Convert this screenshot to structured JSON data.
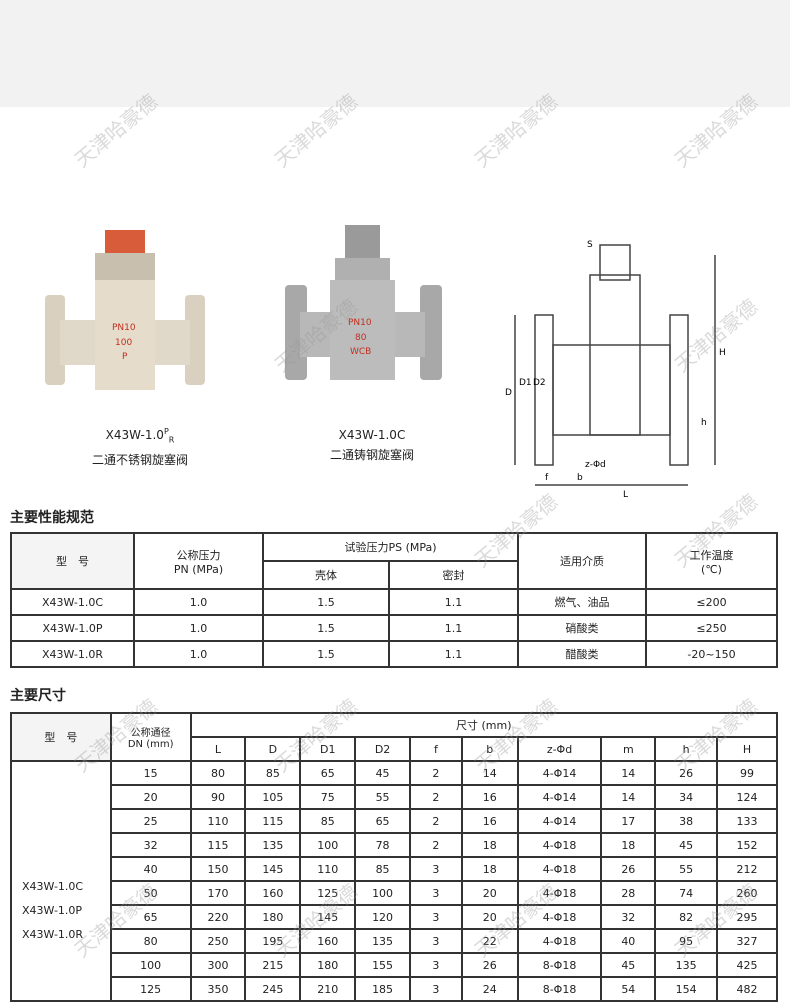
{
  "watermark": "天津哈豪德",
  "products": [
    {
      "model": "X43W-1.0",
      "model_sup": "P",
      "model_sub": "R",
      "name": "二通不锈钢旋塞阀",
      "body_text": [
        "PN10",
        "100",
        "P"
      ]
    },
    {
      "model": "X43W-1.0C",
      "name": "二通铸钢旋塞阀",
      "body_text": [
        "PN10",
        "80",
        "WCB"
      ]
    }
  ],
  "diagram_labels": [
    "D",
    "D1",
    "D2",
    "H",
    "h",
    "L",
    "f",
    "b",
    "z-Φd",
    "S"
  ],
  "perf": {
    "title": "主要性能规范",
    "headers": {
      "model": "型　号",
      "pn": "公称压力",
      "pn_unit": "PN (MPa)",
      "ps": "试验压力PS (MPa)",
      "shell": "壳体",
      "seal": "密封",
      "media": "适用介质",
      "temp": "工作温度",
      "temp_unit": "(℃)"
    },
    "rows": [
      {
        "model": "X43W-1.0C",
        "pn": "1.0",
        "shell": "1.5",
        "seal": "1.1",
        "media": "燃气、油品",
        "temp": "≤200"
      },
      {
        "model": "X43W-1.0P",
        "pn": "1.0",
        "shell": "1.5",
        "seal": "1.1",
        "media": "硝酸类",
        "temp": "≤250"
      },
      {
        "model": "X43W-1.0R",
        "pn": "1.0",
        "shell": "1.5",
        "seal": "1.1",
        "media": "醋酸类",
        "temp": "-20~150"
      }
    ]
  },
  "dims": {
    "title": "主要尺寸",
    "headers": {
      "model": "型　号",
      "dn": "公称通径",
      "dn_unit": "DN (mm)",
      "size": "尺寸 (mm)",
      "cols": [
        "L",
        "D",
        "D1",
        "D2",
        "f",
        "b",
        "z-Φd",
        "m",
        "h",
        "H"
      ]
    },
    "models": [
      "X43W-1.0C",
      "X43W-1.0P",
      "X43W-1.0R"
    ],
    "rows": [
      [
        "15",
        "80",
        "85",
        "65",
        "45",
        "2",
        "14",
        "4-Φ14",
        "14",
        "26",
        "99"
      ],
      [
        "20",
        "90",
        "105",
        "75",
        "55",
        "2",
        "16",
        "4-Φ14",
        "14",
        "34",
        "124"
      ],
      [
        "25",
        "110",
        "115",
        "85",
        "65",
        "2",
        "16",
        "4-Φ14",
        "17",
        "38",
        "133"
      ],
      [
        "32",
        "115",
        "135",
        "100",
        "78",
        "2",
        "18",
        "4-Φ18",
        "18",
        "45",
        "152"
      ],
      [
        "40",
        "150",
        "145",
        "110",
        "85",
        "3",
        "18",
        "4-Φ18",
        "26",
        "55",
        "212"
      ],
      [
        "50",
        "170",
        "160",
        "125",
        "100",
        "3",
        "20",
        "4-Φ18",
        "28",
        "74",
        "260"
      ],
      [
        "65",
        "220",
        "180",
        "145",
        "120",
        "3",
        "20",
        "4-Φ18",
        "32",
        "82",
        "295"
      ],
      [
        "80",
        "250",
        "195",
        "160",
        "135",
        "3",
        "22",
        "4-Φ18",
        "40",
        "95",
        "327"
      ],
      [
        "100",
        "300",
        "215",
        "180",
        "155",
        "3",
        "26",
        "8-Φ18",
        "45",
        "135",
        "425"
      ],
      [
        "125",
        "350",
        "245",
        "210",
        "185",
        "3",
        "24",
        "8-Φ18",
        "54",
        "154",
        "482"
      ]
    ]
  }
}
